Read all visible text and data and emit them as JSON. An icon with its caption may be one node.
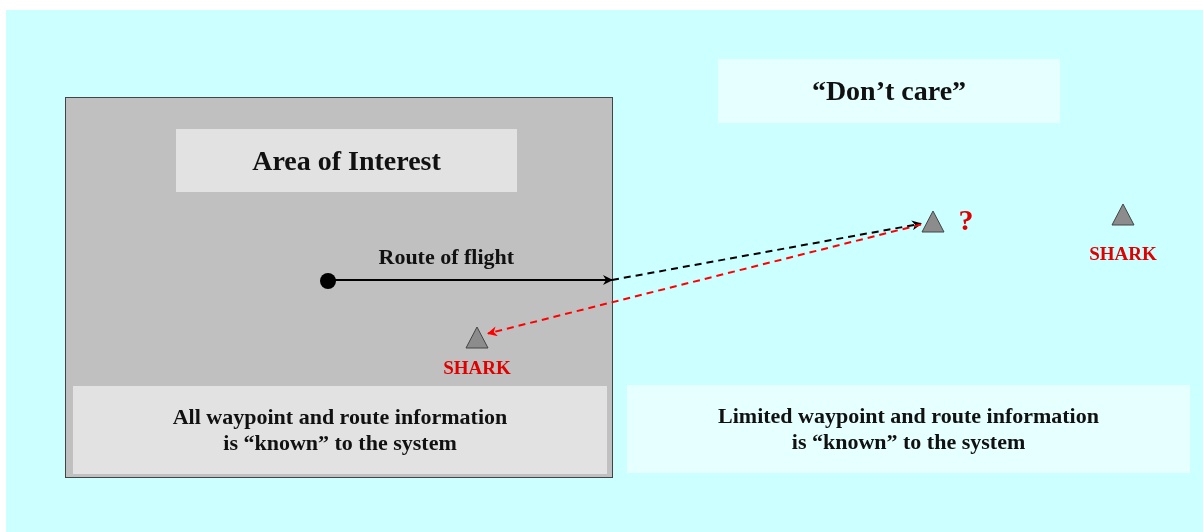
{
  "diagram": {
    "nodes": [
      {
        "text": [],
        "shape": "box"
      },
      {
        "text": [
          "Area of Interest"
        ],
        "in": 0
      },
      {
        "text": [
          "All waypoint and route information is “known” to the system"
        ],
        "in": 0
      },
      {
        "text": [
          "“Don’t care”"
        ]
      },
      {
        "text": [
          "Limited waypoint and route information is “known” to the system"
        ]
      },
      {
        "text": [],
        "shape": "circle",
        "in": 0
      },
      {
        "text": [],
        "shape": "triangle",
        "beside": [
          "?"
        ]
      },
      {
        "text": [],
        "shape": "triangle",
        "beside": [
          "SHARK"
        ],
        "in": 0
      },
      {
        "text": [],
        "shape": "triangle",
        "beside": [
          "SHARK"
        ]
      }
    ],
    "edges": [
      {
        "from": 5,
        "to": 0,
        "arrow": "to",
        "label": "Route of flight"
      },
      {
        "from": 0,
        "to": 6,
        "arrow": "to",
        "style": "dashed"
      },
      {
        "from": 6,
        "to": 7,
        "arrow": "to",
        "style": "dashed",
        "color": "#ff0000"
      }
    ]
  }
}
